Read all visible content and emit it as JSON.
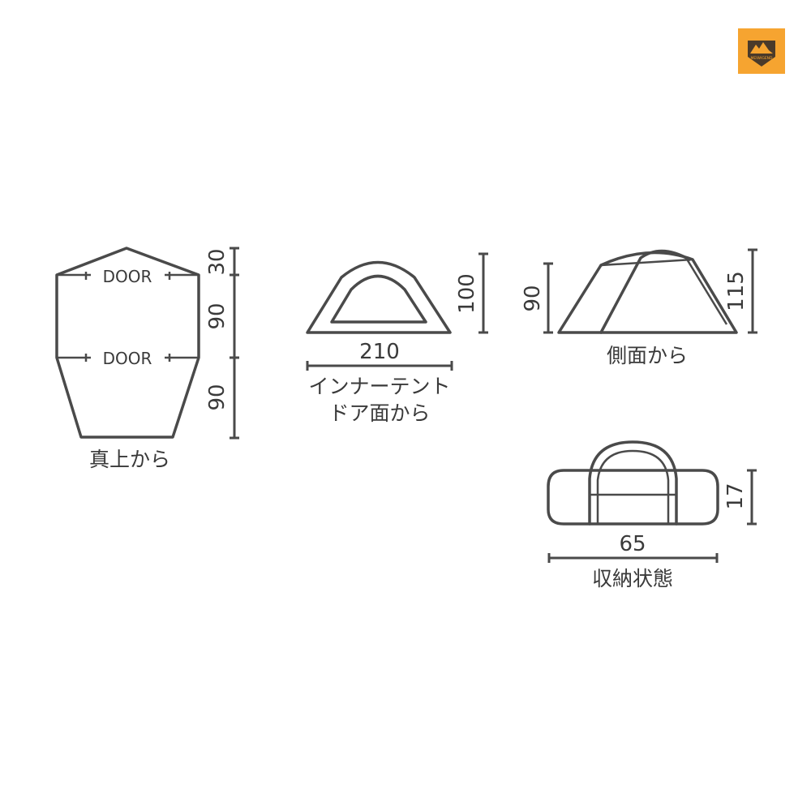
{
  "logo": {
    "background": "#f6a430",
    "text": "MEIWIGEND"
  },
  "top_view": {
    "door_top": "DOOR",
    "door_bottom": "DOOR",
    "dim_30": "30",
    "dim_90_upper": "90",
    "dim_90_lower": "90",
    "caption": "真上から"
  },
  "door_view": {
    "width": "210",
    "height": "100",
    "caption_line1": "インナーテント",
    "caption_line2": "ドア面から"
  },
  "side_view": {
    "height_left": "90",
    "height_right": "115",
    "caption": "側面から"
  },
  "packed_view": {
    "length": "65",
    "height": "17",
    "caption": "収納状態"
  },
  "colors": {
    "stroke": "#4a4a4a",
    "text": "#3a3a3a"
  }
}
